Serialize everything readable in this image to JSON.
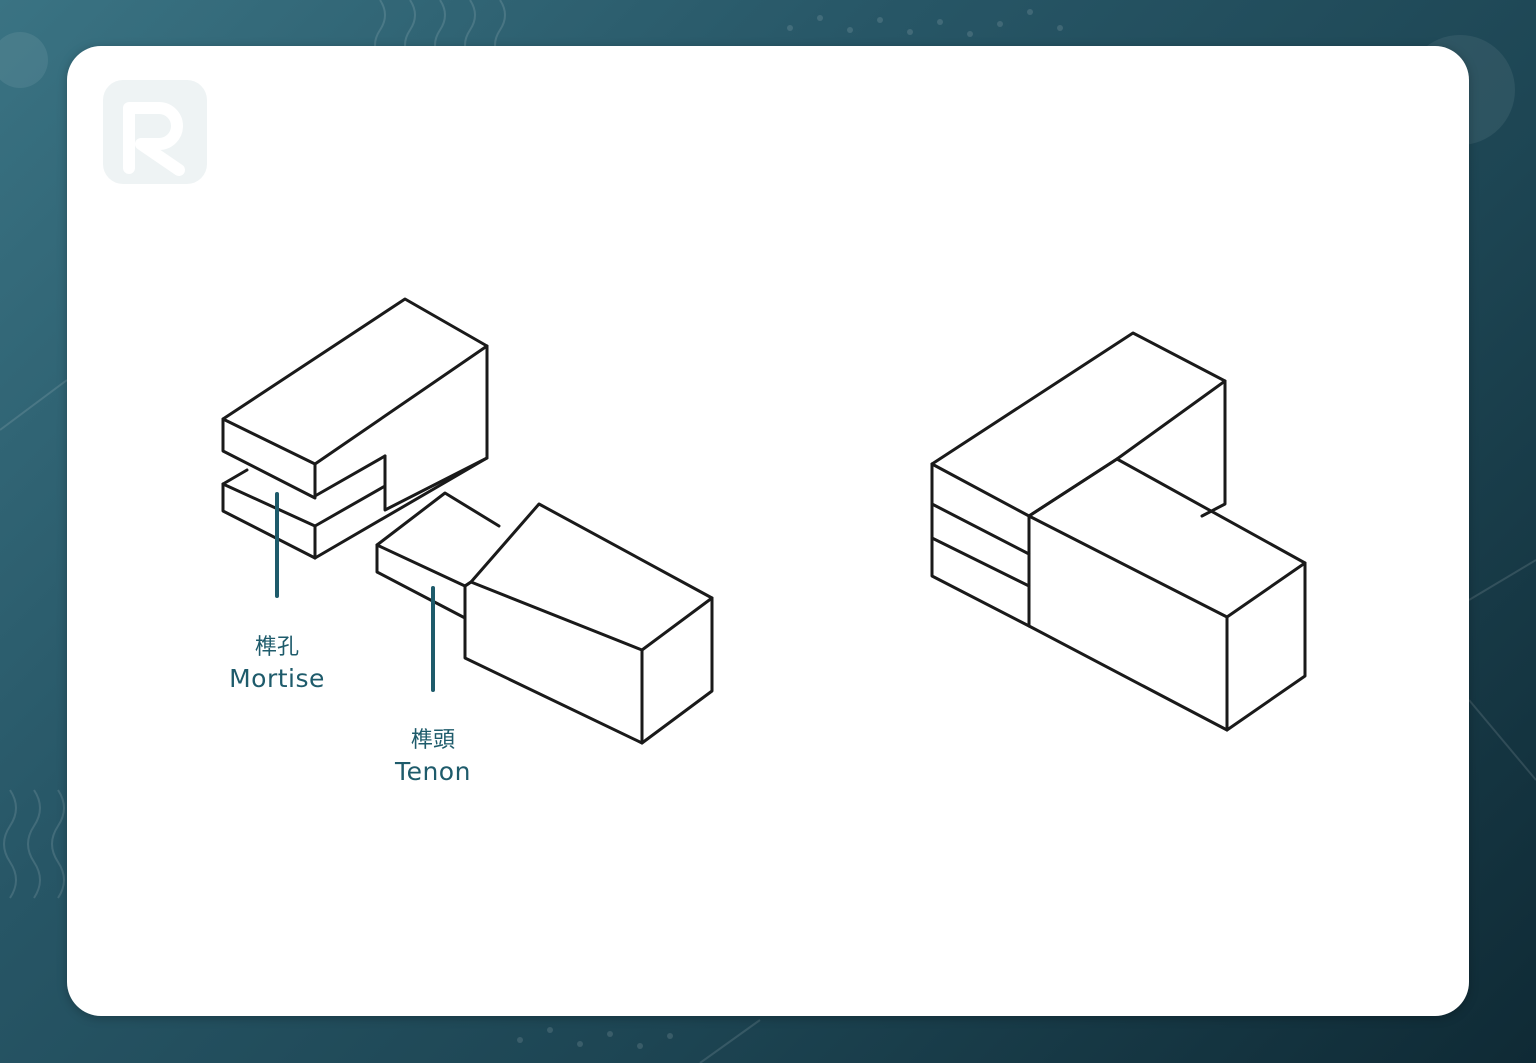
{
  "labels": {
    "mortise": {
      "zh": "榫孔",
      "en": "Mortise"
    },
    "tenon": {
      "zh": "榫頭",
      "en": "Tenon"
    }
  },
  "colors": {
    "label": "#1e5b6b",
    "outline": "#1a1a1a",
    "background": "#275666",
    "card": "#ffffff"
  },
  "icons": [
    "logo-mark"
  ]
}
